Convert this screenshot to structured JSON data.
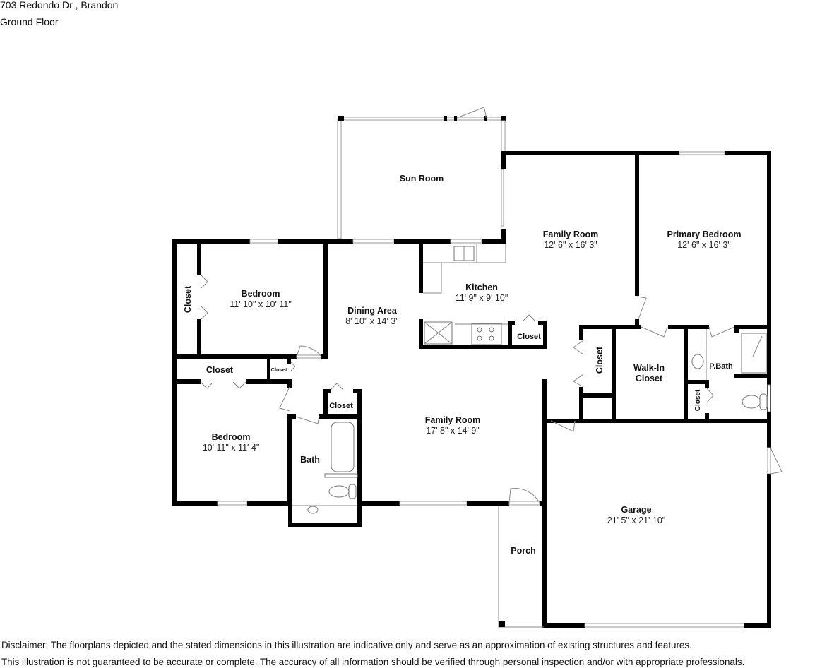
{
  "header": {
    "address": "703 Redondo Dr , Brandon",
    "floor": "Ground Floor"
  },
  "rooms": {
    "sun_room": {
      "name": "Sun Room"
    },
    "family_room_upper": {
      "name": "Family Room",
      "dims": "12' 6\" x 16' 3\""
    },
    "primary_bedroom": {
      "name": "Primary Bedroom",
      "dims": "12' 6\" x 16' 3\""
    },
    "bedroom_1": {
      "name": "Bedroom",
      "dims": "11' 10\" x 10' 11\""
    },
    "kitchen": {
      "name": "Kitchen",
      "dims": "11' 9\" x 9' 10\""
    },
    "dining_area": {
      "name": "Dining Area",
      "dims": "8' 10\" x 14' 3\""
    },
    "family_room_lower": {
      "name": "Family Room",
      "dims": "17' 8\" x 14' 9\""
    },
    "bedroom_2": {
      "name": "Bedroom",
      "dims": "10' 11\" x 11' 4\""
    },
    "bath": {
      "name": "Bath"
    },
    "walk_in_closet": {
      "name_line1": "Walk-In",
      "name_line2": "Closet"
    },
    "p_bath": {
      "name": "P.Bath"
    },
    "garage": {
      "name": "Garage",
      "dims": "21' 5\" x 21' 10\""
    },
    "porch": {
      "name": "Porch"
    },
    "closets": {
      "bedroom1_side": "Closet",
      "hall_wide": "Closet",
      "hall_small": "Closet",
      "bath_closet": "Closet",
      "kitchen_closet": "Closet",
      "family_closet": "Closet",
      "pbath_closet": "Closet"
    }
  },
  "disclaimer": {
    "line1": "Disclaimer: The floorplans depicted and the stated dimensions in this illustration are indicative only and serve as an approximation of existing structures and features.",
    "line2": "This illustration is not guaranteed to be accurate or complete. The accuracy of all information should be verified through personal inspection and/or with appropriate professionals."
  }
}
